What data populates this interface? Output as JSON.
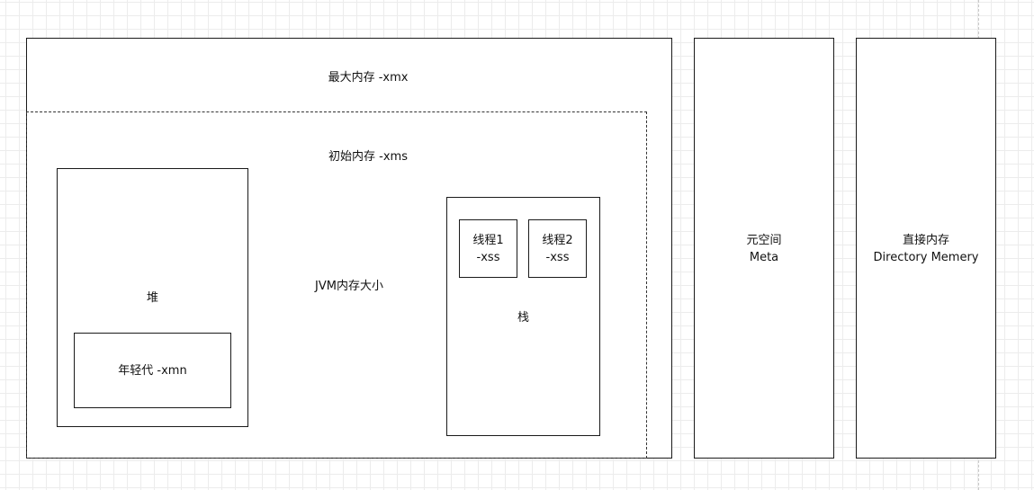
{
  "max_memory": {
    "label": "最大内存 -xmx"
  },
  "initial_memory": {
    "label": "初始内存 -xms"
  },
  "jvm_size": {
    "label": "JVM内存大小"
  },
  "heap": {
    "label": "堆",
    "young_gen": {
      "label": "年轻代 -xmn"
    }
  },
  "stack": {
    "label": "栈",
    "threads": [
      {
        "name": "线程1",
        "param": "-xss"
      },
      {
        "name": "线程2",
        "param": "-xss"
      }
    ]
  },
  "metaspace": {
    "line1": "元空间",
    "line2": "Meta"
  },
  "direct_memory": {
    "line1": "直接内存",
    "line2": "Directory Memery"
  }
}
